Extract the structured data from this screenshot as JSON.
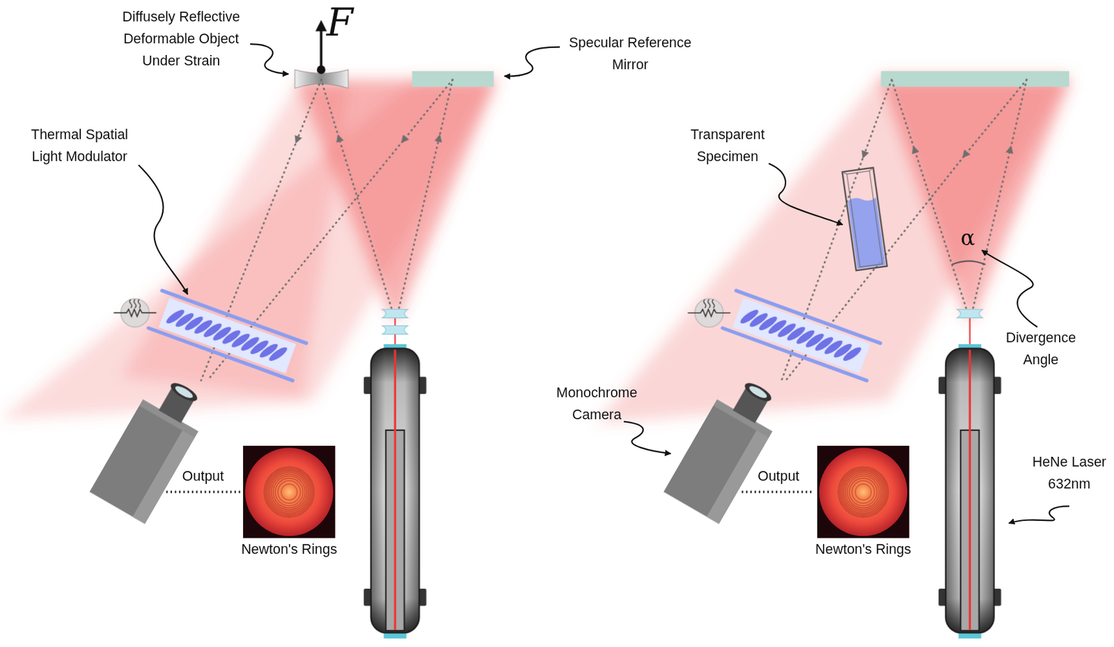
{
  "diagram": {
    "nodes": [
      {
        "text": [
          "Newton's Rings"
        ]
      },
      {
        "text": [
          "Newton's Rings"
        ]
      }
    ],
    "labels": [
      "Diffusely Reflective Deformable Object Under Strain",
      "F",
      "Specular Reference Mirror",
      "Thermal Spatial Light Modulator",
      "Output",
      "Transparent Specimen",
      "α",
      "Divergence Angle",
      "Monochrome Camera",
      "Output",
      "HeNe Laser 632nm"
    ]
  }
}
